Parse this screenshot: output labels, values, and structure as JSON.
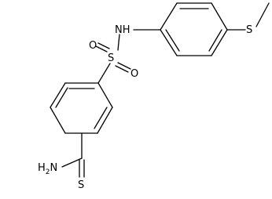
{
  "molecule": {
    "atoms": [
      {
        "id": "S_sulfonyl",
        "label": "S"
      },
      {
        "id": "O_top",
        "label": "O"
      },
      {
        "id": "O_bottom",
        "label": "O"
      },
      {
        "id": "N_amide",
        "label": "NH"
      },
      {
        "id": "S_thio",
        "label": "S"
      },
      {
        "id": "N_thioamide",
        "label": "H2N"
      },
      {
        "id": "S_thione",
        "label": "S"
      }
    ]
  },
  "colors": {
    "bond": "#000000",
    "background": "#ffffff"
  }
}
